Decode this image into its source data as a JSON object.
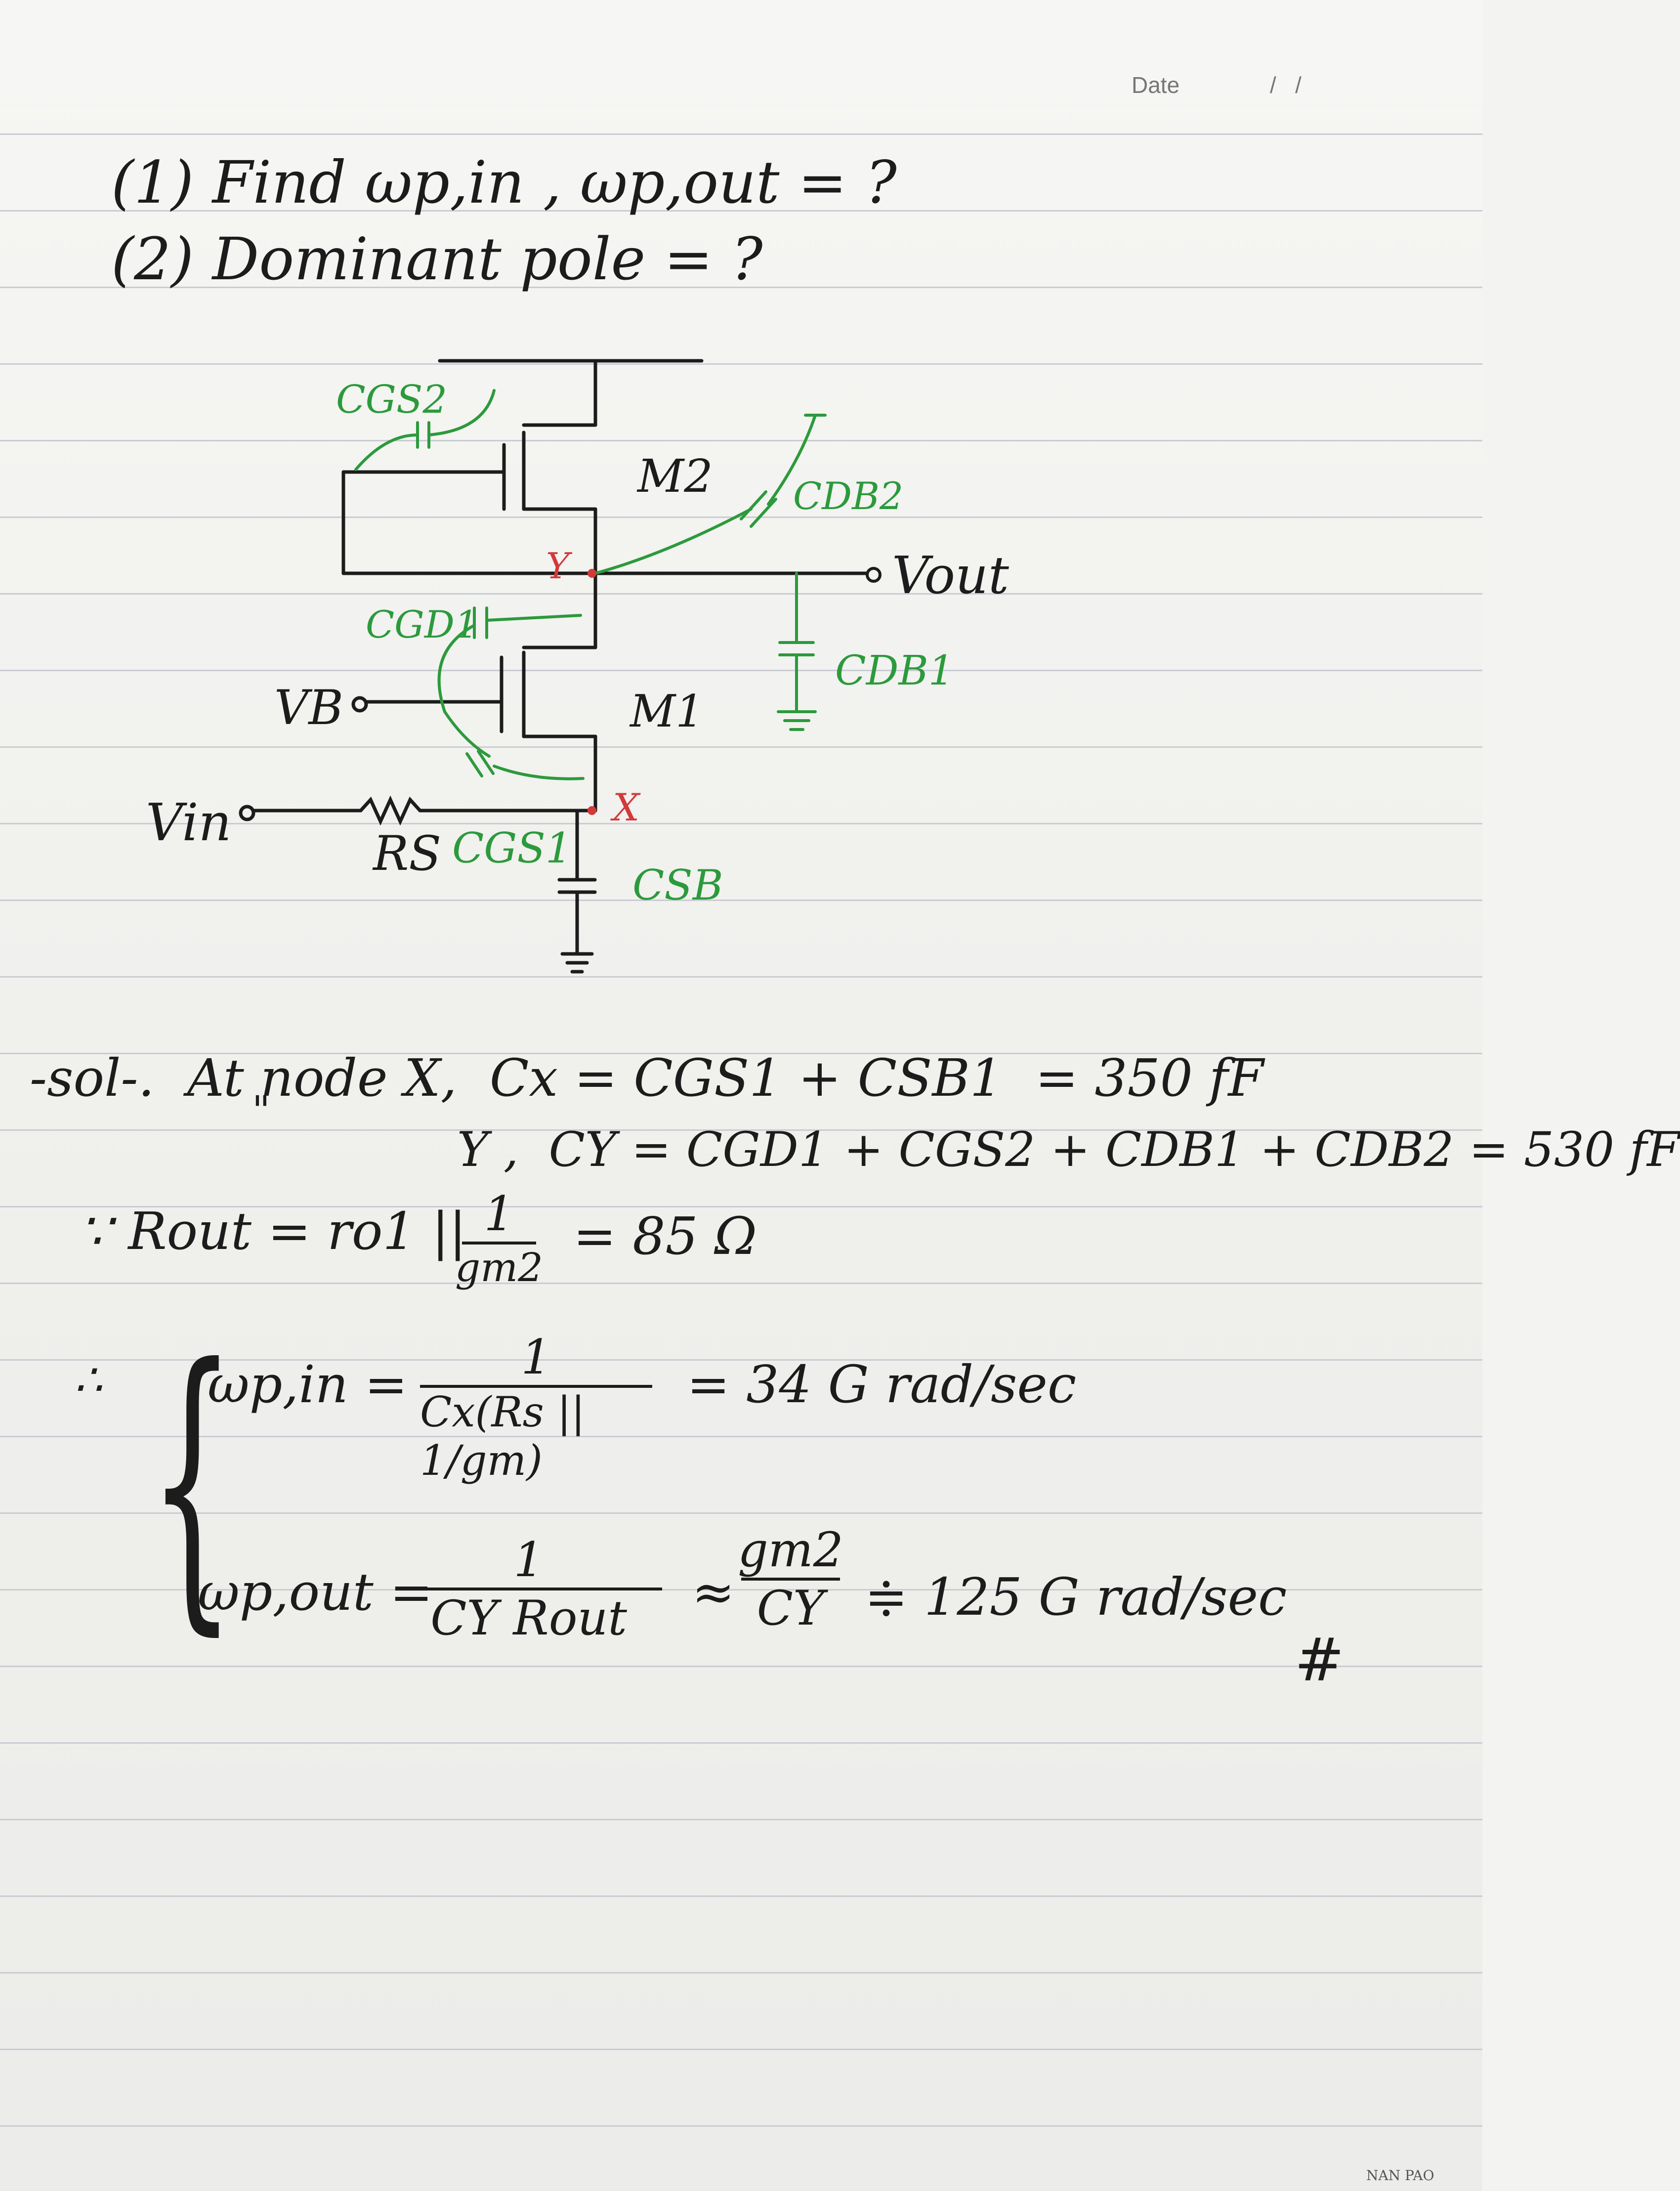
{
  "header": {
    "date_label": "Date",
    "date_slashes": "/   /",
    "brand": "NAN PAO"
  },
  "question": {
    "q1": "(1) Find ωp,in , ωp,out = ?",
    "q2": "(2) Dominant pole = ?"
  },
  "circuit": {
    "cgs2": "CGS2",
    "m2": "M2",
    "cdb2": "CDB2",
    "node_y": "Y",
    "vout": "Vout",
    "cgd1": "CGD1",
    "cdb1": "CDB1",
    "vb": "VB",
    "m1": "M1",
    "vin": "Vin",
    "rs": "RS",
    "cgs1": "CGS1",
    "node_x": "X",
    "csb": "CSB"
  },
  "solution": {
    "line1": "-sol-.  At node X,  Cx = CGS1 + CSB1  = 350 fF",
    "line2_ditto": "\"",
    "line2": "Y ,  CY = CGD1 + CGS2 + CDB1 + CDB2 = 530 fF",
    "line3_prefix": "∵  Rout = ro1 ||",
    "line3_num": "1",
    "line3_den": "gm2",
    "line3_result": "= 85 Ω",
    "therefore": "∴",
    "wpin_label": "ωp,in =",
    "wpin_num": "1",
    "wpin_den": "Cx(Rs || 1/gm)",
    "wpin_result": "= 34 G rad/sec",
    "wpout_label": "ωp,out =",
    "wpout_num": "1",
    "wpout_den": "CY Rout",
    "approx": "≈",
    "wpout_num2": "gm2",
    "wpout_den2": "CY",
    "wpout_result": "≑ 125 G rad/sec",
    "end_mark": "#"
  },
  "colors": {
    "ink": "#1c1c1c",
    "green": "#2c9a3c",
    "red": "#d23a3a",
    "rule": "#c9ccd2"
  }
}
